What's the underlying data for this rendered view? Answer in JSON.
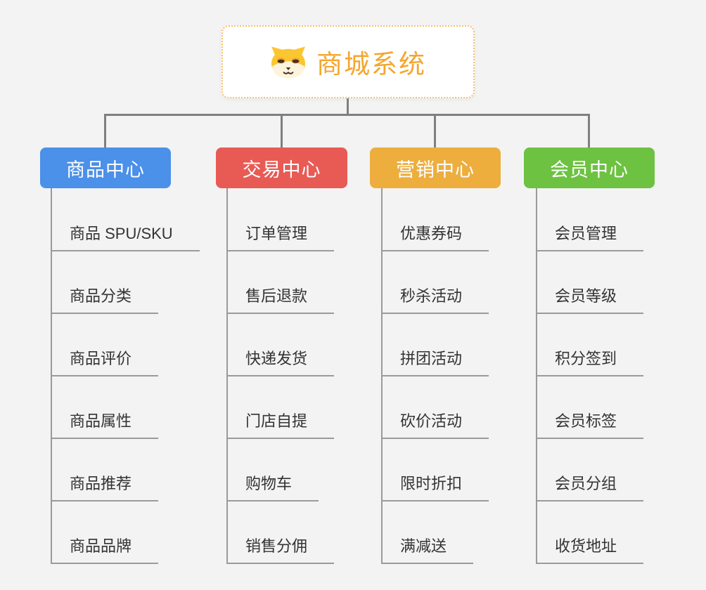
{
  "page": {
    "background_color": "#f3f3f3"
  },
  "root": {
    "title": "商城系统",
    "icon": "dog-face-icon",
    "text_color": "#f5a62e",
    "border_color": "#f6c06a"
  },
  "connector_color": "#7f7f7f",
  "subline_color": "#9a9a9a",
  "branches": [
    {
      "label": "商品中心",
      "color": "#4b90e9",
      "items": [
        "商品 SPU/SKU",
        "商品分类",
        "商品评价",
        "商品属性",
        "商品推荐",
        "商品品牌"
      ]
    },
    {
      "label": "交易中心",
      "color": "#e85b55",
      "items": [
        "订单管理",
        "售后退款",
        "快递发货",
        "门店自提",
        "购物车",
        "销售分佣"
      ]
    },
    {
      "label": "营销中心",
      "color": "#edae3e",
      "items": [
        "优惠券码",
        "秒杀活动",
        "拼团活动",
        "砍价活动",
        "限时折扣",
        "满减送"
      ]
    },
    {
      "label": "会员中心",
      "color": "#6dc241",
      "items": [
        "会员管理",
        "会员等级",
        "积分签到",
        "会员标签",
        "会员分组",
        "收货地址"
      ]
    }
  ]
}
